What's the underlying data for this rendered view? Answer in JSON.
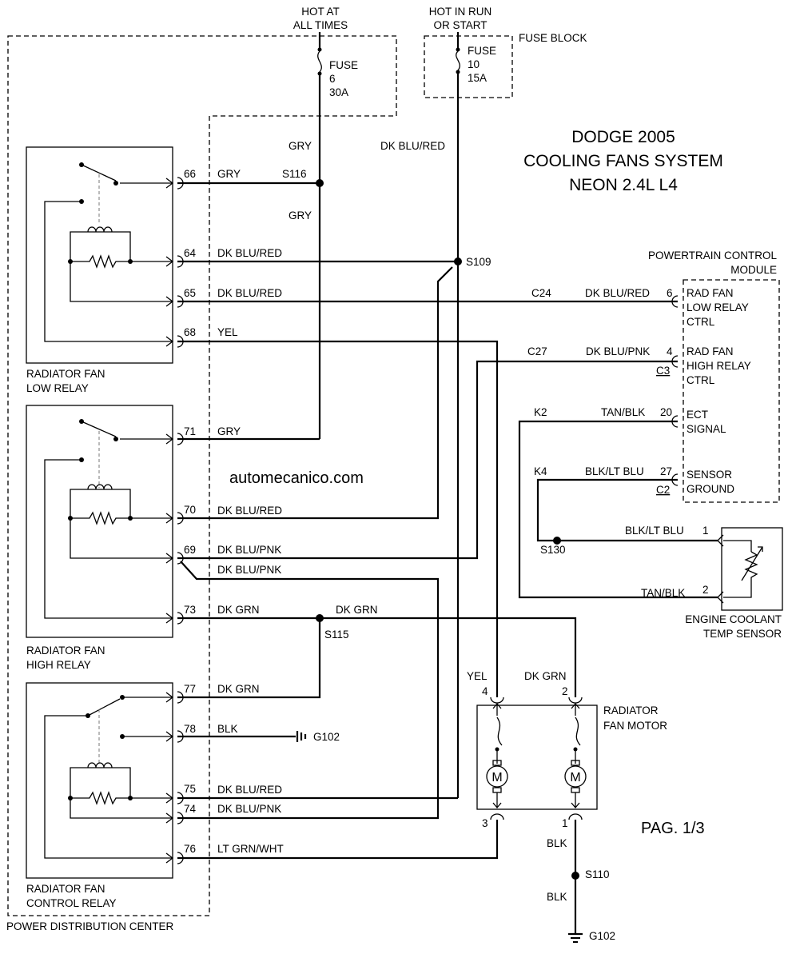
{
  "title": [
    "DODGE 2005",
    "COOLING FANS SYSTEM",
    "NEON 2.4L L4"
  ],
  "watermark": "automecanico.com",
  "page": "PAG. 1/3",
  "power": {
    "hot_at_all_times": [
      "HOT AT",
      "ALL TIMES"
    ],
    "hot_in_run": [
      "HOT IN RUN",
      "OR START"
    ],
    "fuse_block": "FUSE BLOCK",
    "fuse6": [
      "FUSE",
      "6",
      "30A"
    ],
    "fuse10": [
      "FUSE",
      "10",
      "15A"
    ]
  },
  "pdc": {
    "label": "POWER DISTRIBUTION CENTER",
    "low_relay": [
      "RADIATOR FAN",
      "LOW RELAY"
    ],
    "high_relay": [
      "RADIATOR FAN",
      "HIGH RELAY"
    ],
    "control_relay": [
      "RADIATOR FAN",
      "CONTROL RELAY"
    ],
    "pins": [
      "66",
      "64",
      "65",
      "68",
      "71",
      "70",
      "69",
      "73",
      "77",
      "78",
      "75",
      "74",
      "76"
    ]
  },
  "wires": {
    "gry": "GRY",
    "dk_blu_red": "DK BLU/RED",
    "dk_blu_pnk": "DK BLU/PNK",
    "yel": "YEL",
    "dk_grn": "DK GRN",
    "blk": "BLK",
    "lt_grn_wht": "LT GRN/WHT",
    "tan_blk": "TAN/BLK",
    "blk_lt_blu": "BLK/LT BLU"
  },
  "splices": {
    "s116": "S116",
    "s109": "S109",
    "s115": "S115",
    "s130": "S130",
    "s110": "S110"
  },
  "grounds": {
    "g102": "G102"
  },
  "circuits": {
    "c24": "C24",
    "c27": "C27",
    "k2": "K2",
    "k4": "K4"
  },
  "pcm": {
    "title": [
      "POWERTRAIN CONTROL",
      "MODULE"
    ],
    "pins": [
      "6",
      "4",
      "20",
      "27"
    ],
    "low_ctrl": [
      "RAD FAN",
      "LOW RELAY",
      "CTRL"
    ],
    "high_ctrl": [
      "RAD FAN",
      "HIGH RELAY",
      "CTRL"
    ],
    "ect": [
      "ECT",
      "SIGNAL"
    ],
    "sensor_gnd": [
      "SENSOR",
      "GROUND"
    ],
    "connectors": [
      "C3",
      "C2"
    ]
  },
  "ect": {
    "label": [
      "ENGINE COOLANT",
      "TEMP SENSOR"
    ],
    "pins": [
      "1",
      "2"
    ]
  },
  "motor": {
    "label": [
      "RADIATOR",
      "FAN MOTOR"
    ],
    "pins": [
      "4",
      "2",
      "3",
      "1"
    ],
    "symbol": "M"
  }
}
